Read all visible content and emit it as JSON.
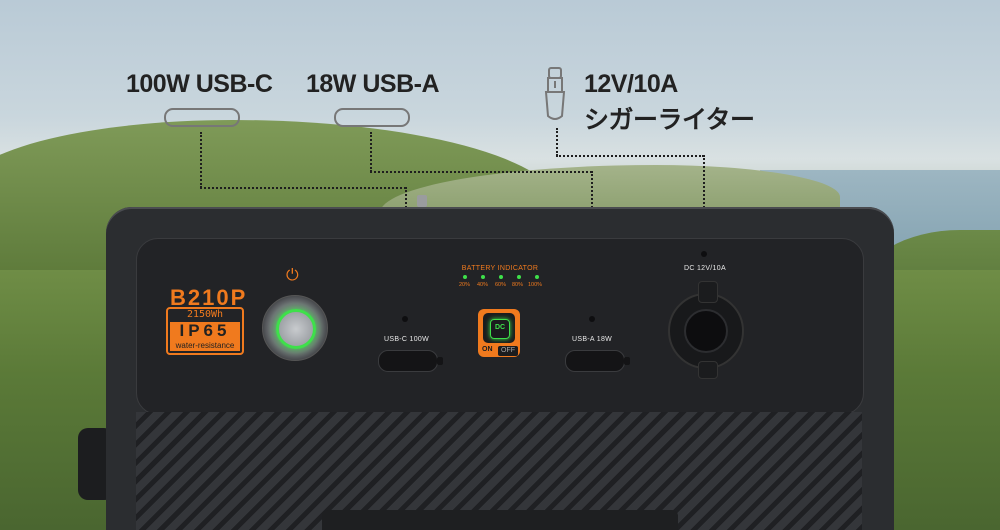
{
  "labels": {
    "usb_c": "100W USB-C",
    "usb_a": "18W USB-A",
    "dc_line1": "12V/10A",
    "dc_line2": "シガーライター"
  },
  "icons": {
    "usb_c_port": "usb-c-port-outline-icon",
    "usb_a_port": "usb-a-port-outline-icon",
    "car_lighter": "car-cigarette-lighter-icon",
    "power": "power-icon"
  },
  "device": {
    "model": "B210P",
    "capacity": "2150Wh",
    "ip_rating": "IP65",
    "ip_note": "water-resistance",
    "usb_c_label": "USB-C 100W",
    "usb_a_label": "USB-A 18W",
    "dc_label": "DC 12V/10A",
    "battery_indicator": {
      "title": "BATTERY INDICATOR",
      "levels": [
        "20%",
        "40%",
        "60%",
        "80%",
        "100%"
      ]
    },
    "dc_button": {
      "text": "DC",
      "on": "ON",
      "off": "OFF"
    }
  },
  "colors": {
    "accent": "#f07a1e",
    "led_green": "#3ee04a",
    "body": "#2b2d30"
  }
}
